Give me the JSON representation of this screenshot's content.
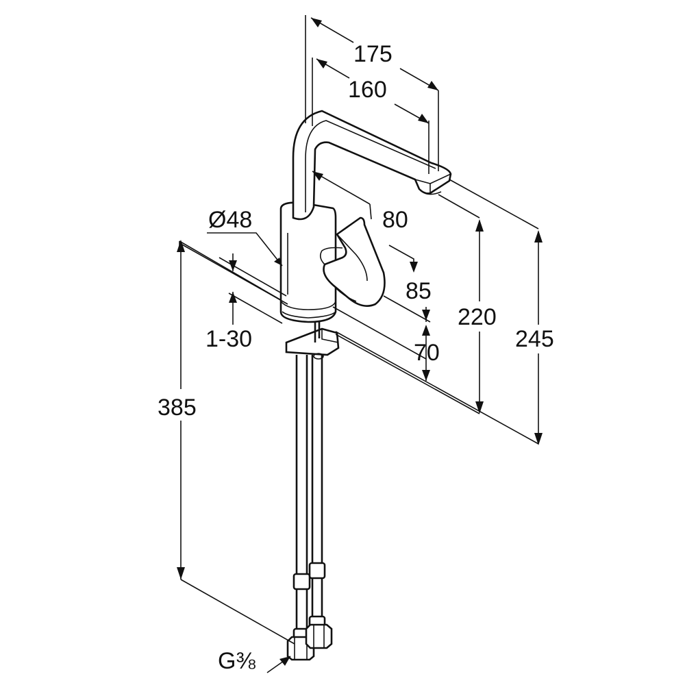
{
  "colors": {
    "line": "#111111",
    "background": "#ffffff"
  },
  "dimensions": {
    "spout_reach_outer": "175",
    "spout_reach_inner": "160",
    "spout_clearance": "80",
    "body_diameter": "Ø48",
    "handle_height": "85",
    "base_height": "70",
    "counter_thickness": "1-30",
    "height_to_outlet": "220",
    "total_height": "245",
    "hose_length": "385",
    "connection_thread": "G⅜"
  }
}
